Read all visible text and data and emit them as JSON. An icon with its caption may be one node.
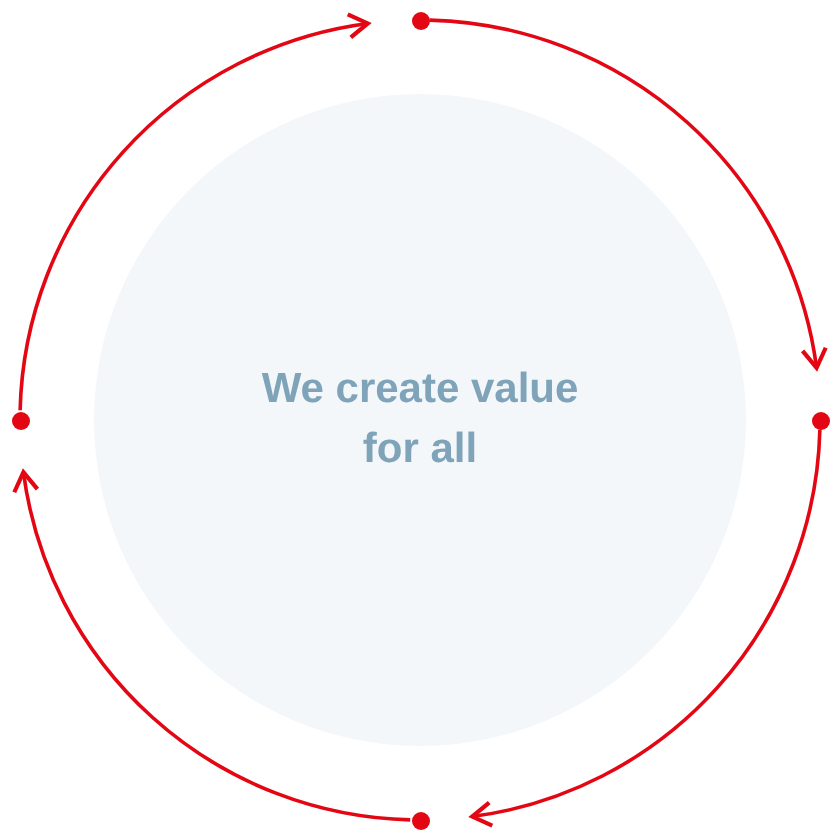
{
  "diagram": {
    "nodes": [
      {
        "text": [
          "We create value for all"
        ]
      },
      {
        "text": [],
        "shape": "circle"
      },
      {
        "text": [],
        "shape": "circle"
      },
      {
        "text": [],
        "shape": "circle"
      },
      {
        "text": [],
        "shape": "circle"
      }
    ],
    "edges": [
      {
        "from": 1,
        "to": 3,
        "arrow": "to"
      },
      {
        "from": 3,
        "to": 4,
        "arrow": "to"
      },
      {
        "from": 4,
        "to": 2,
        "arrow": "to"
      },
      {
        "from": 2,
        "to": 1,
        "arrow": "to"
      }
    ]
  }
}
